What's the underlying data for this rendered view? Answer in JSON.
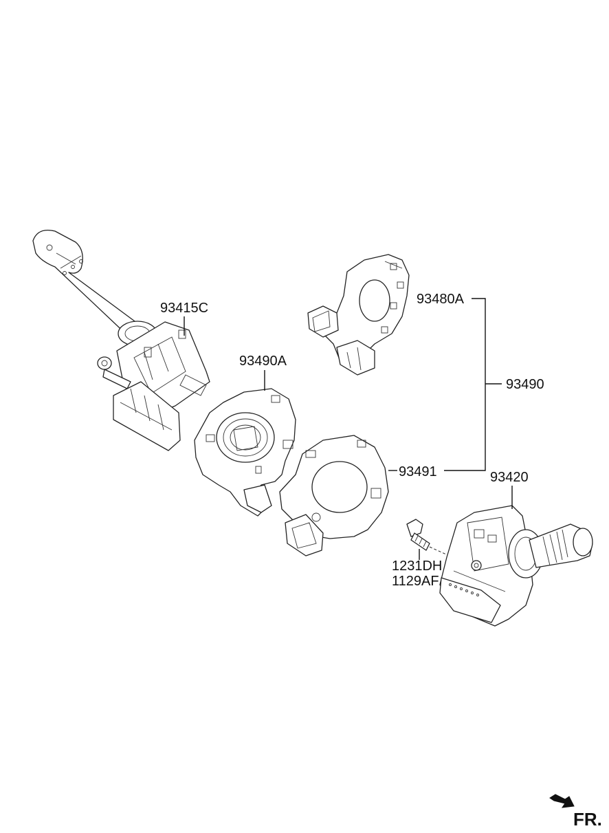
{
  "labels": {
    "p93415c": "93415C",
    "p93490a": "93490A",
    "p93480a": "93480A",
    "p93490": "93490",
    "p93491": "93491",
    "p93420": "93420",
    "p1231dh": "1231DH",
    "p1129af": "1129AF"
  },
  "direction": {
    "text": "FR."
  }
}
